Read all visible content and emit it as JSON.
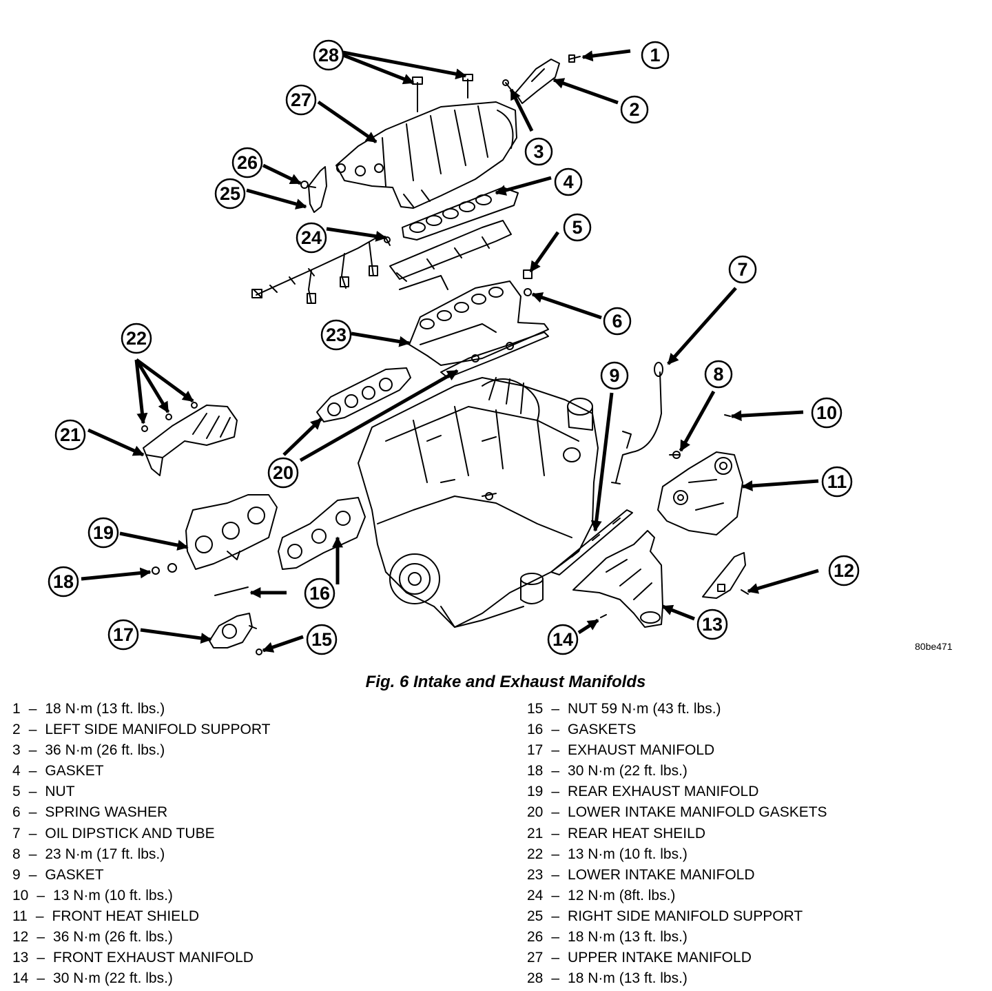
{
  "figure": {
    "caption": "Fig. 6 Intake and Exhaust Manifolds",
    "image_code": "80be471"
  },
  "callouts": [
    "1",
    "2",
    "3",
    "4",
    "5",
    "6",
    "7",
    "8",
    "9",
    "10",
    "11",
    "12",
    "13",
    "14",
    "15",
    "16",
    "17",
    "18",
    "19",
    "20",
    "21",
    "22",
    "23",
    "24",
    "25",
    "26",
    "27",
    "28"
  ],
  "legend": {
    "separator": "–",
    "left": [
      {
        "num": "1",
        "text": "18 N·m (13 ft. lbs.)"
      },
      {
        "num": "2",
        "text": "LEFT SIDE MANIFOLD SUPPORT"
      },
      {
        "num": "3",
        "text": "36 N·m (26 ft. lbs.)"
      },
      {
        "num": "4",
        "text": "GASKET"
      },
      {
        "num": "5",
        "text": "NUT"
      },
      {
        "num": "6",
        "text": "SPRING WASHER"
      },
      {
        "num": "7",
        "text": "OIL DIPSTICK AND TUBE"
      },
      {
        "num": "8",
        "text": "23 N·m (17 ft. lbs.)"
      },
      {
        "num": "9",
        "text": "GASKET"
      },
      {
        "num": "10",
        "text": "13 N·m (10 ft. lbs.)"
      },
      {
        "num": "11",
        "text": "FRONT HEAT SHIELD"
      },
      {
        "num": "12",
        "text": "36 N·m (26 ft. lbs.)"
      },
      {
        "num": "13",
        "text": "FRONT EXHAUST MANIFOLD"
      },
      {
        "num": "14",
        "text": "30 N·m (22 ft. lbs.)"
      }
    ],
    "right": [
      {
        "num": "15",
        "text": "NUT 59 N·m (43 ft. lbs.)"
      },
      {
        "num": "16",
        "text": "GASKETS"
      },
      {
        "num": "17",
        "text": "EXHAUST MANIFOLD"
      },
      {
        "num": "18",
        "text": "30 N·m (22 ft. lbs.)"
      },
      {
        "num": "19",
        "text": "REAR EXHAUST MANIFOLD"
      },
      {
        "num": "20",
        "text": "LOWER INTAKE MANIFOLD GASKETS"
      },
      {
        "num": "21",
        "text": "REAR HEAT SHEILD"
      },
      {
        "num": "22",
        "text": "13 N·m (10 ft. lbs.)"
      },
      {
        "num": "23",
        "text": "LOWER INTAKE MANIFOLD"
      },
      {
        "num": "24",
        "text": "12 N·m (8ft. lbs.)"
      },
      {
        "num": "25",
        "text": "RIGHT SIDE MANIFOLD SUPPORT"
      },
      {
        "num": "26",
        "text": "18 N·m (13 ft. lbs.)"
      },
      {
        "num": "27",
        "text": "UPPER INTAKE MANIFOLD"
      },
      {
        "num": "28",
        "text": "18 N·m (13 ft. lbs.)"
      }
    ]
  }
}
